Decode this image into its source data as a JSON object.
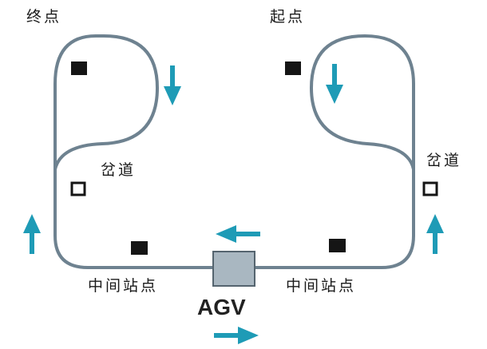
{
  "labels": {
    "end_point": "终点",
    "start_point": "起点",
    "branch_left": "岔道",
    "branch_right": "岔道",
    "station_left": "中间站点",
    "station_right": "中间站点",
    "agv": "AGV"
  },
  "colors": {
    "track": "#6e8290",
    "arrow": "#1e9bb6",
    "marker": "#151515",
    "agv_body": "#a9b7c1",
    "agv_stroke": "#55646f"
  },
  "icons": {
    "direction_arrow": "arrow-icon",
    "station_marker": "filled-square",
    "branch_marker": "hollow-square"
  }
}
